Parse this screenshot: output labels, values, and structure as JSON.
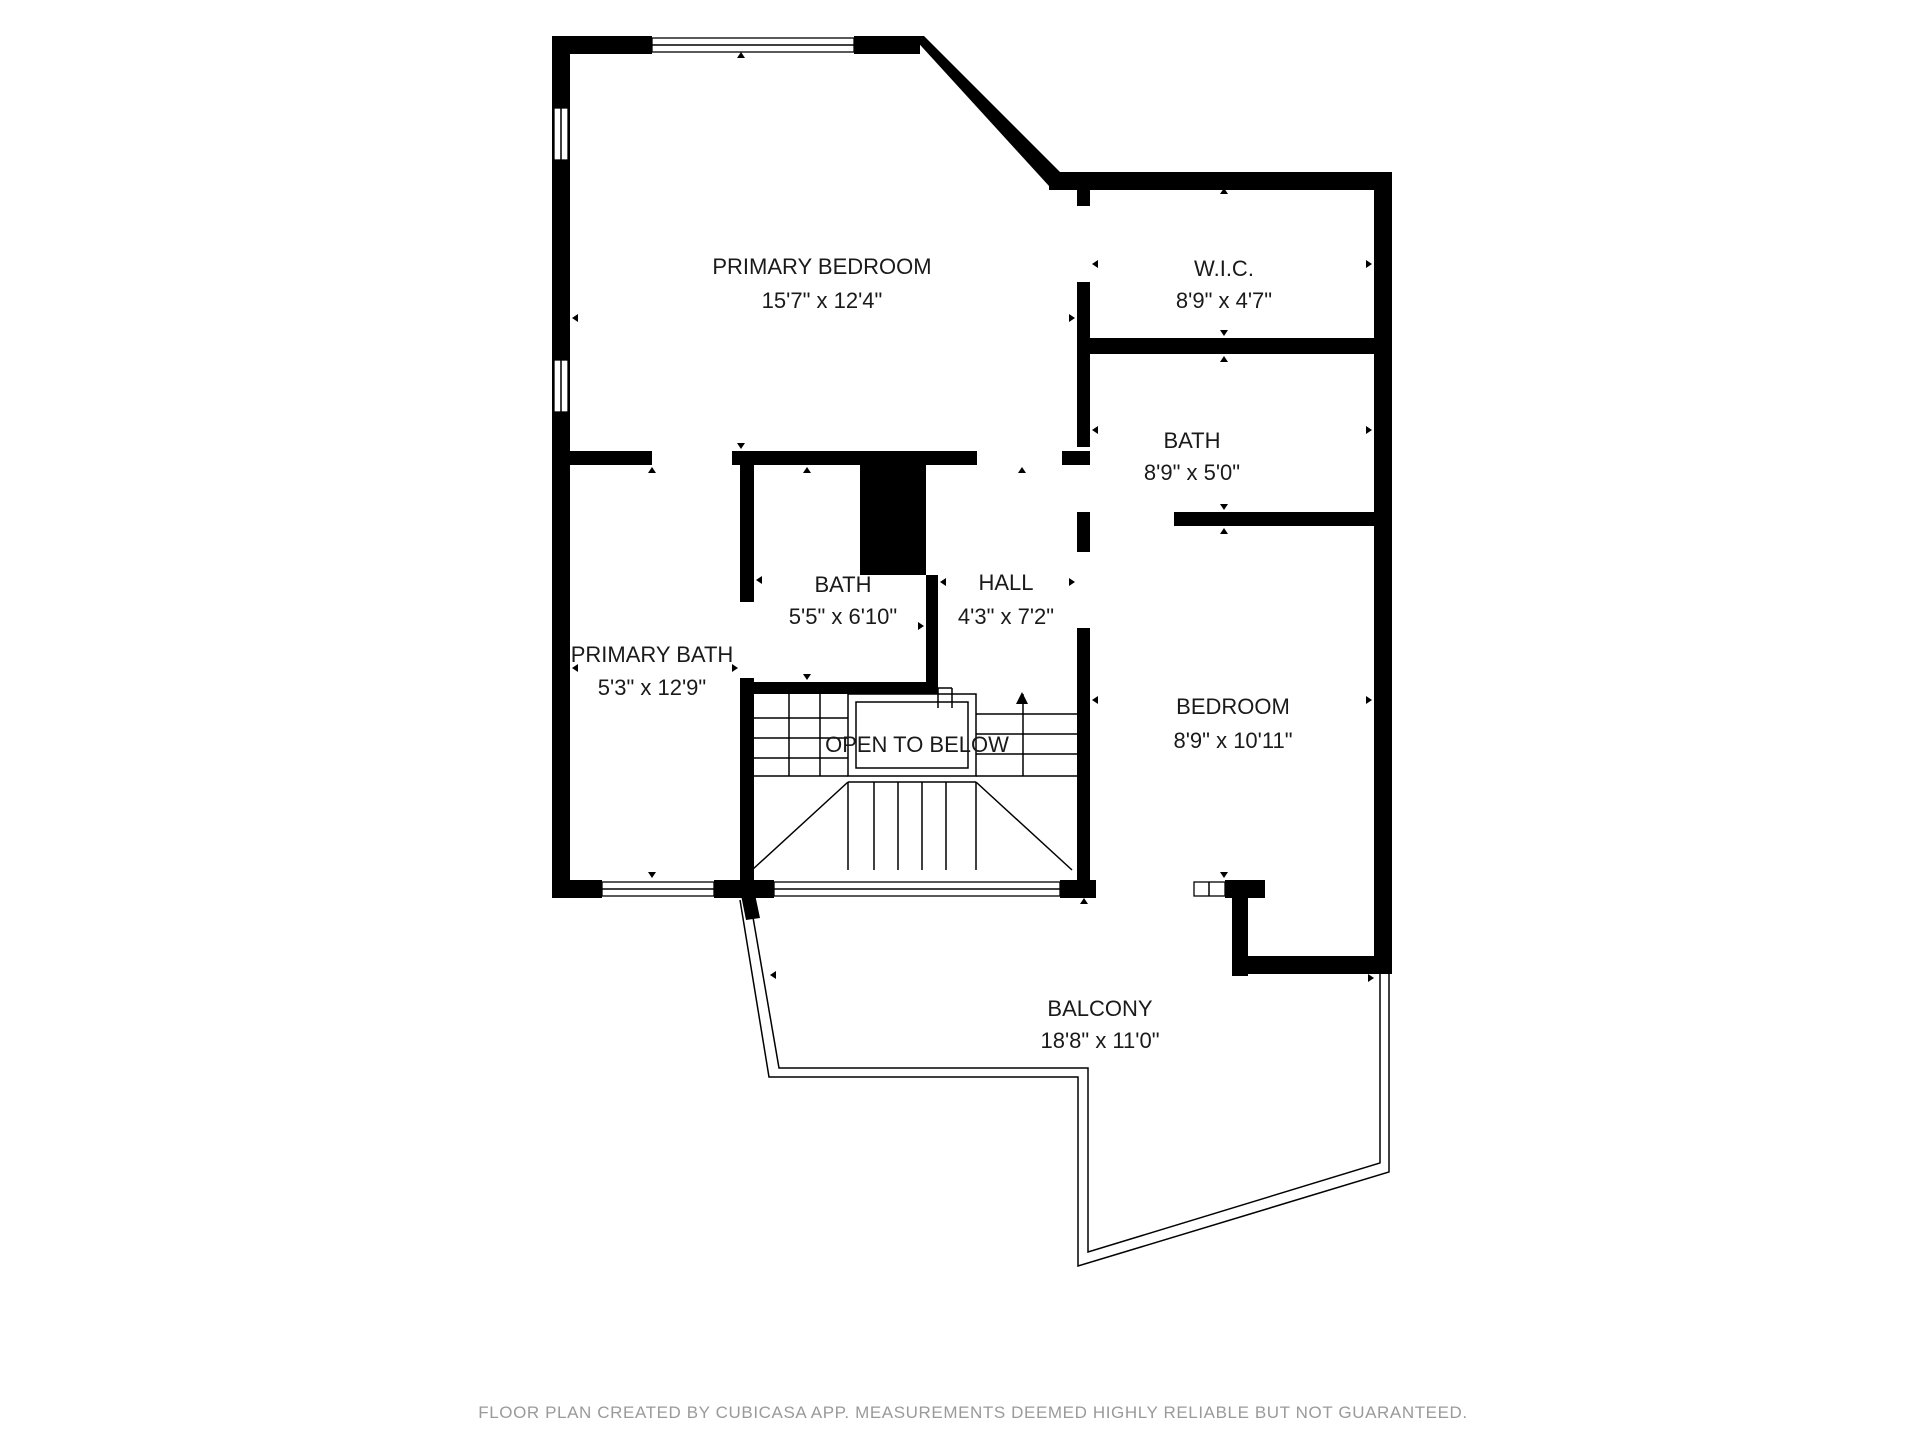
{
  "rooms": {
    "primary_bedroom": {
      "name": "PRIMARY BEDROOM",
      "size": "15'7\" x 12'4\""
    },
    "wic": {
      "name": "W.I.C.",
      "size": "8'9\" x 4'7\""
    },
    "bath_right": {
      "name": "BATH",
      "size": "8'9\" x 5'0\""
    },
    "bath_center": {
      "name": "BATH",
      "size": "5'5\" x 6'10\""
    },
    "hall": {
      "name": "HALL",
      "size": "4'3\" x 7'2\""
    },
    "primary_bath": {
      "name": "PRIMARY BATH",
      "size": "5'3\" x 12'9\""
    },
    "bedroom": {
      "name": "BEDROOM",
      "size": "8'9\" x 10'11\""
    },
    "open_to_below": {
      "name": "OPEN TO BELOW"
    },
    "balcony": {
      "name": "BALCONY",
      "size": "18'8\" x 11'0\""
    }
  },
  "footer": {
    "disclaimer": "FLOOR PLAN CREATED BY CUBICASA APP. MEASUREMENTS DEEMED HIGHLY RELIABLE BUT NOT GUARANTEED."
  },
  "colors": {
    "wall": "#000000",
    "background": "#ffffff",
    "text": "#1a1a1a",
    "disclaimer": "#9a9a9a"
  }
}
